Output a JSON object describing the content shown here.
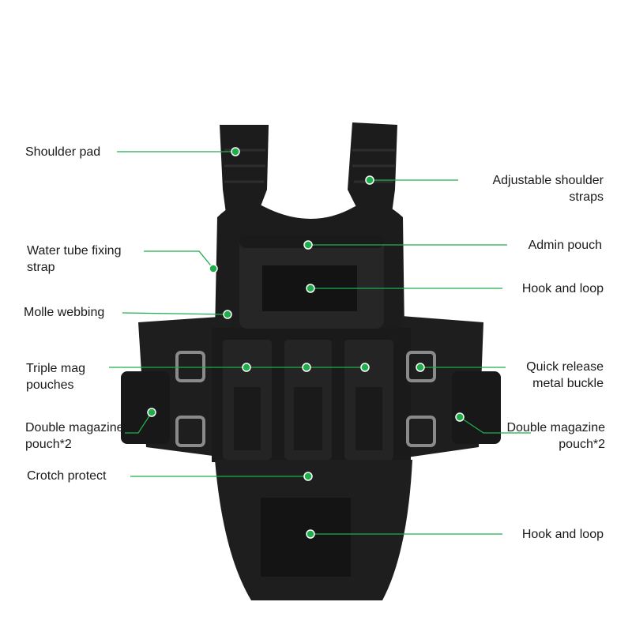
{
  "product": "tactical plate carrier vest",
  "colors": {
    "leader": "#1fae4b",
    "vest": "#1c1c1c",
    "vest_light": "#2e2e2e",
    "buckle": "#8a8a8a",
    "text": "#1a1a1a"
  },
  "callouts": {
    "shoulder_pad": "Shoulder pad",
    "adjustable_shoulder_straps": "Adjustable shoulder\nstraps",
    "water_tube_strap": "Water tube fixing\nstrap",
    "admin_pouch": "Admin pouch",
    "hook_loop_top": "Hook and loop",
    "molle_webbing": "Molle webbing",
    "triple_mag_pouches": "Triple mag\npouches",
    "quick_release_buckle": "Quick release\nmetal buckle",
    "double_mag_left": "Double magazine\npouch*2",
    "double_mag_right": "Double magazine\npouch*2",
    "crotch_protect": "Crotch protect",
    "hook_loop_bottom": "Hook and loop"
  }
}
